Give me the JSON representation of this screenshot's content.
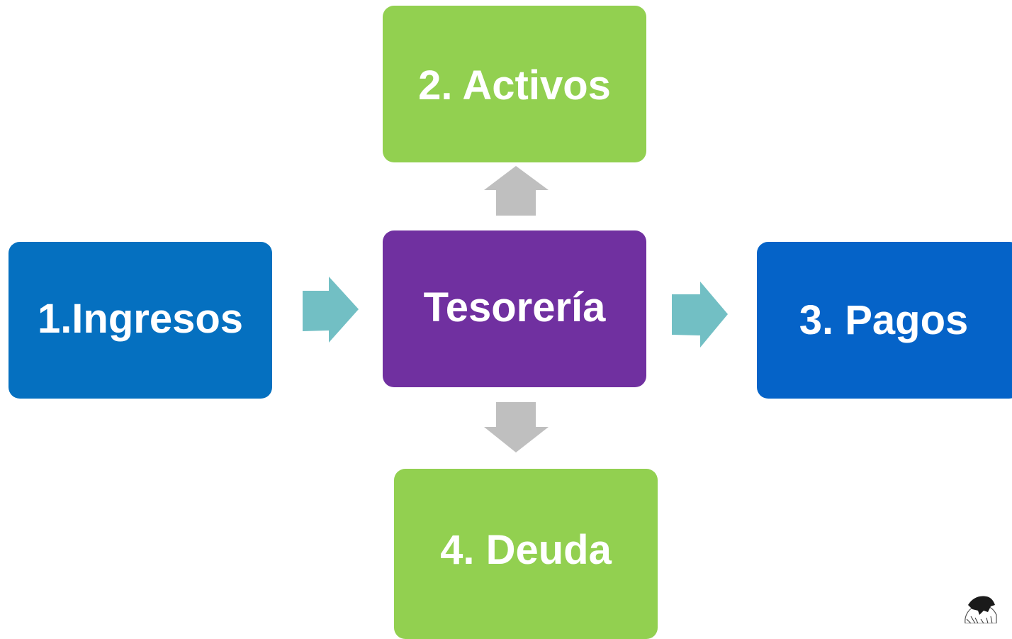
{
  "nodes": {
    "ingresos": {
      "label": "1.Ingresos",
      "color": "#0570c0"
    },
    "activos": {
      "label": "2. Activos",
      "color": "#92d050"
    },
    "tesoreria": {
      "label": "Tesorería",
      "color": "#7030a0"
    },
    "pagos": {
      "label": "3. Pagos",
      "color": "#0563c8"
    },
    "deuda": {
      "label": "4. Deuda",
      "color": "#92d050"
    }
  },
  "arrows": [
    {
      "from": "ingresos",
      "to": "tesoreria",
      "color": "#72bfc4"
    },
    {
      "from": "tesoreria",
      "to": "pagos",
      "color": "#72bfc4"
    },
    {
      "from": "tesoreria",
      "to": "activos",
      "color": "#bfbfbf"
    },
    {
      "from": "tesoreria",
      "to": "deuda",
      "color": "#bfbfbf"
    }
  ],
  "logo": {
    "icon": "globe-map-logo-icon"
  }
}
